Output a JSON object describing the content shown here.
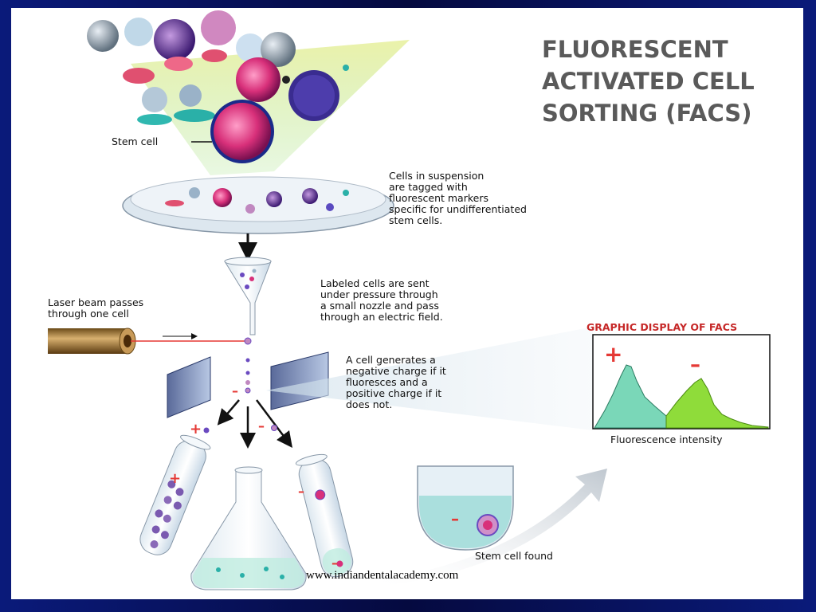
{
  "title_lines": [
    "FLUORESCENT",
    "ACTIVATED CELL",
    "SORTING (FACS)"
  ],
  "labels": {
    "stem_cell": "Stem cell",
    "suspension": [
      "Cells in suspension",
      "are tagged with",
      "fluorescent markers",
      "specific for undifferentiated",
      "stem cells."
    ],
    "labeled": [
      "Labeled cells are sent",
      "under pressure through",
      "a small nozzle and pass",
      "through an electric field."
    ],
    "laser": [
      "Laser beam passes",
      "through one cell"
    ],
    "charge": [
      "A cell generates a",
      "negative charge if it",
      "fluoresces and a",
      "positive charge if it",
      "does not."
    ],
    "stem_found": "Stem cell found"
  },
  "graph": {
    "title": "GRAPHIC DISPLAY OF FACS",
    "xlabel": "Fluorescence intensity",
    "plus": "+",
    "minus": "–"
  },
  "signs": {
    "plus": "+",
    "minus": "–"
  },
  "footer": "www.indiandentalacademy.com",
  "colors": {
    "title": "#5a5a5a",
    "graph_title": "#c62828",
    "peak_left": "#7ad7b8",
    "peak_right": "#8fdc3a",
    "beam": "#e8e8a0",
    "laser_line": "#e53935"
  }
}
